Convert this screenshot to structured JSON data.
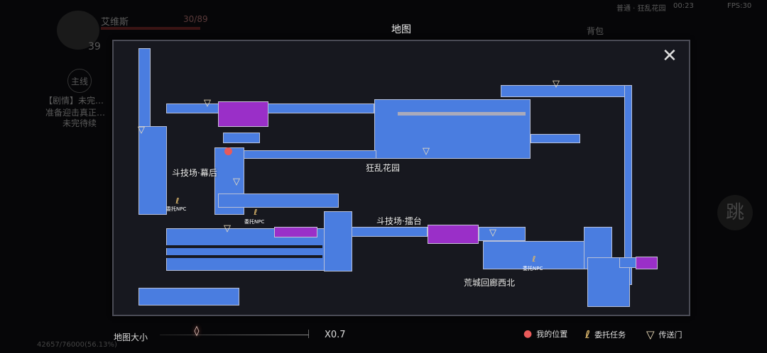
{
  "hud": {
    "player_name": "艾维斯",
    "hp": "30/89",
    "level": "39",
    "main_quest_btn": "主线",
    "quest_title": "【剧情】未完…",
    "quest_desc": "准备迎击真正…",
    "quest_status": "未完待续",
    "bag": "背包",
    "location": "普通 · 狂乱花园",
    "timer": "00:23",
    "fps": "FPS:30",
    "jump": "跳",
    "exp": "42657/76000(56.13%)"
  },
  "map": {
    "title": "地图",
    "areas": [
      "斗技场·幕后",
      "狂乱花园",
      "斗技场·擂台",
      "荒城回廊西北"
    ],
    "npc_label": "委托NPC"
  },
  "footer": {
    "size_label": "地图大小",
    "zoom_value": "X0.7",
    "zoom_fraction": 0.2,
    "legend": [
      "我的位置",
      "委托任务",
      "传送门"
    ]
  },
  "colors": {
    "room": "#4a7de0",
    "special_room": "#9a2fc8",
    "my_position": "#e85a5a"
  }
}
